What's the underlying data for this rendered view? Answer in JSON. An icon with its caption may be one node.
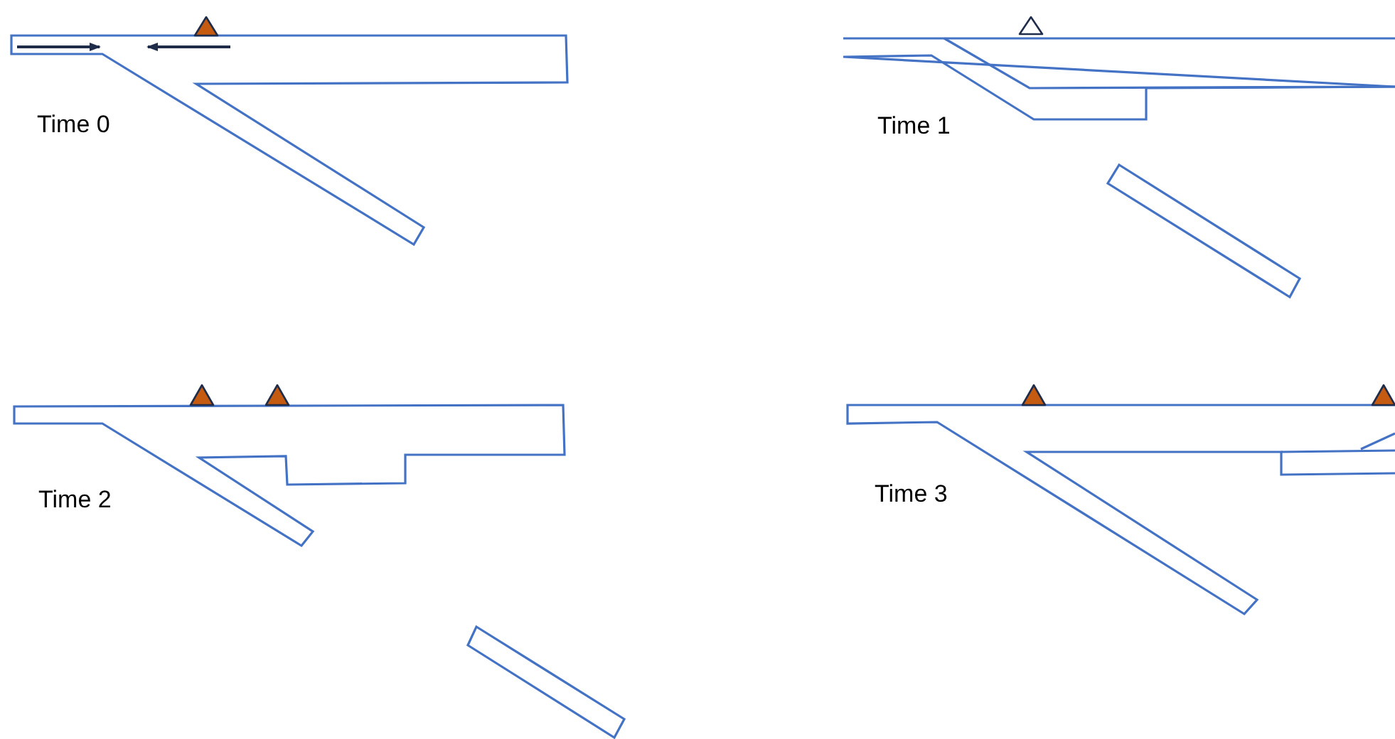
{
  "diagram": {
    "labels": [
      "Time 0",
      "Time 1",
      "Time 2",
      "Time 3"
    ]
  }
}
